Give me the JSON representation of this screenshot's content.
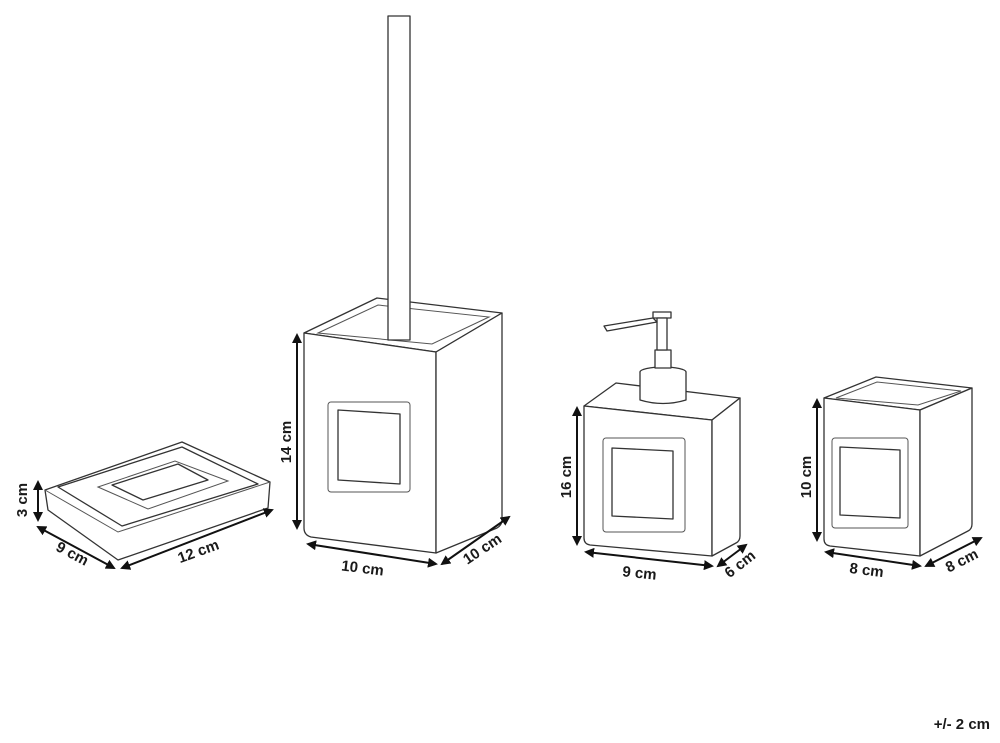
{
  "items": {
    "soap_dish": {
      "height": "3 cm",
      "depth": "9 cm",
      "width": "12 cm"
    },
    "toilet_brush": {
      "height": "14 cm",
      "width": "10 cm",
      "depth": "10 cm"
    },
    "soap_dispenser": {
      "height": "16 cm",
      "width": "9 cm",
      "depth": "6 cm"
    },
    "tumbler": {
      "height": "10 cm",
      "width": "8 cm",
      "depth": "8 cm"
    }
  },
  "tolerance": "+/- 2 cm"
}
